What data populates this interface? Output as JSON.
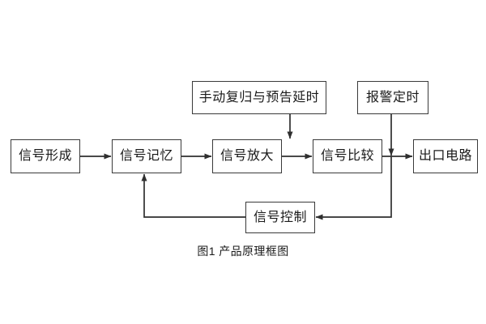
{
  "diagram": {
    "caption": "图1 产品原理框图",
    "stroke_color": "#3a3a3a",
    "text_color": "#1a1a1a",
    "background_color": "#ffffff",
    "nodes": [
      {
        "id": "signal-form",
        "label": "信号形成"
      },
      {
        "id": "signal-memory",
        "label": "信号记忆"
      },
      {
        "id": "signal-amp",
        "label": "信号放大"
      },
      {
        "id": "signal-cmp",
        "label": "信号比较"
      },
      {
        "id": "output-circuit",
        "label": "出口电路"
      },
      {
        "id": "manual-reset",
        "label": "手动复归与预告延时"
      },
      {
        "id": "alarm-timer",
        "label": "报警定时"
      },
      {
        "id": "signal-ctrl",
        "label": "信号控制"
      }
    ],
    "edges": [
      {
        "from": "signal-form",
        "to": "signal-memory",
        "kind": "straight-right"
      },
      {
        "from": "signal-memory",
        "to": "signal-amp",
        "kind": "straight-right"
      },
      {
        "from": "signal-amp",
        "to": "signal-cmp",
        "kind": "straight-right"
      },
      {
        "from": "signal-cmp",
        "to": "output-circuit",
        "kind": "straight-right"
      },
      {
        "from": "manual-reset",
        "to": "signal-cmp",
        "kind": "down-into-top"
      },
      {
        "from": "alarm-timer",
        "to": "output-circuit",
        "kind": "down-into-link"
      },
      {
        "from": "signal-cmp",
        "to": "signal-ctrl",
        "kind": "down-then-left"
      },
      {
        "from": "signal-ctrl",
        "to": "signal-memory",
        "kind": "left-then-up"
      }
    ]
  }
}
